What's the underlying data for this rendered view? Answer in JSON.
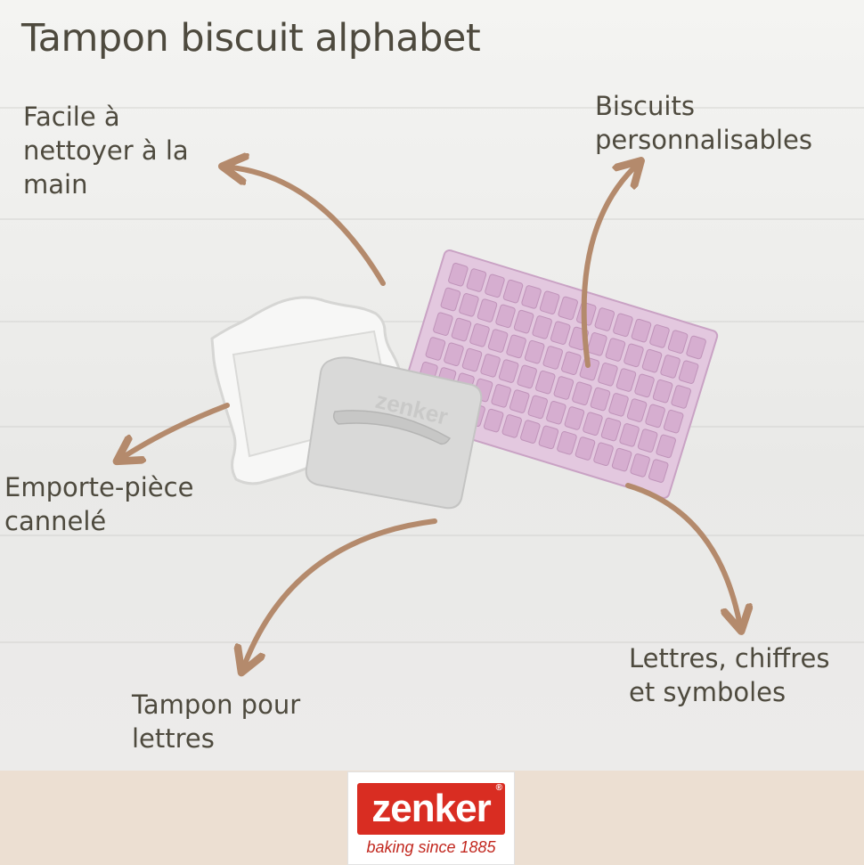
{
  "title": "Tampon biscuit alphabet",
  "labels": {
    "clean": "Facile à\nnettoyer à la\nmain",
    "custom": "Biscuits\npersonnalisables",
    "cutter": "Emporte-pièce\ncannelé",
    "stamp": "Tampon pour\nlettres",
    "letters": "Lettres, chiffres\net symboles"
  },
  "logo": {
    "brand": "zenker",
    "registered": "®",
    "tagline": "baking since 1885",
    "stamp_text": "zenker"
  },
  "colors": {
    "text": "#4e4a3e",
    "arrow": "#b48a6c",
    "brand_red": "#d92d22",
    "letters_pink": "#d9b5d4",
    "footer": "#ecdfd2"
  }
}
